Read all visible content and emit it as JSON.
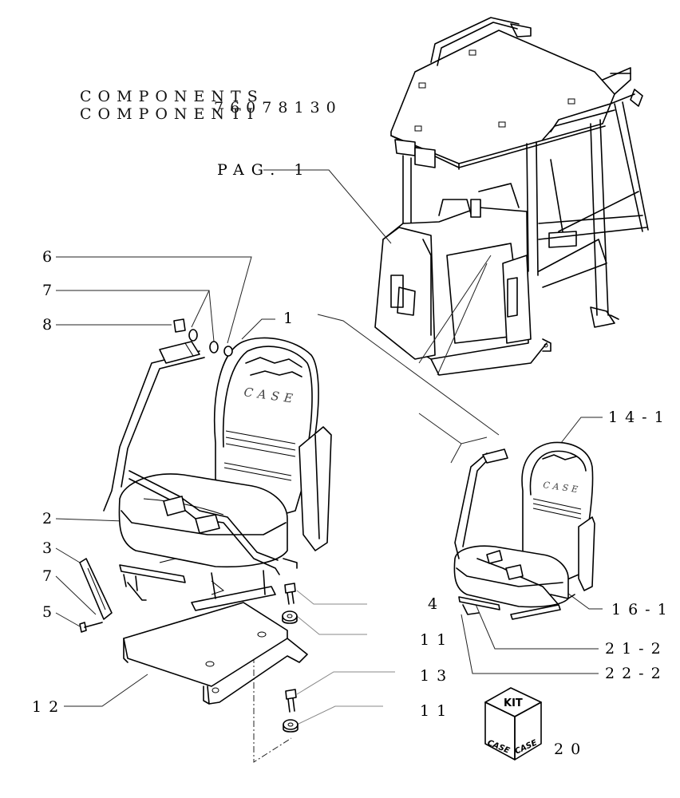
{
  "header": {
    "line1": "COMPONENTS",
    "line2": "COMPONENTI",
    "part_number": "76078130"
  },
  "callouts": {
    "pag": "PAG. 1",
    "c1": "1",
    "c2": "2",
    "c3": "3",
    "c4": "4",
    "c5": "5",
    "c6": "6",
    "c7a": "7",
    "c7b": "7",
    "c8": "8",
    "c11a": "11",
    "c11b": "11",
    "c12": "12",
    "c13": "13",
    "c14": "14-1",
    "c16": "16-1",
    "c20": "20",
    "c21": "21-2",
    "c22": "22-2"
  },
  "kit_box": {
    "top": "KIT",
    "brand_left": "CASE",
    "brand_right": "CASE"
  },
  "seat_brand": "CASE"
}
